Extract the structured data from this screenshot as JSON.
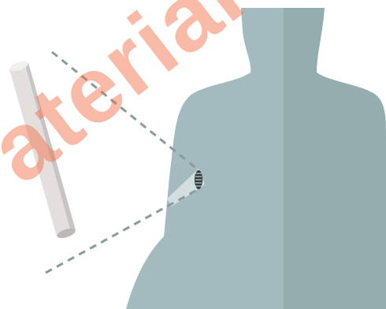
{
  "watermark": {
    "text": "aterial"
  },
  "colors": {
    "body_light": "#a3bbbe",
    "body_dark": "#94adaf",
    "rod": "#e3dfdf",
    "rod_edge": "#c9c4c4",
    "dash": "#8c9a9c",
    "watermark": "#f26a3d"
  },
  "icons": [
    "human-silhouette",
    "rod-implant",
    "magnified-implant-site"
  ]
}
